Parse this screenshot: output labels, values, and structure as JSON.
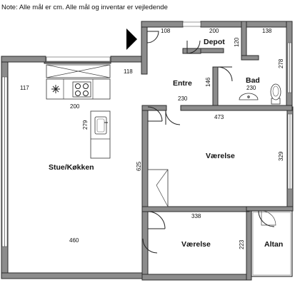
{
  "note": "Note: Alle mål er cm. Alle mål og inventar er vejledende",
  "rooms": {
    "stue": "Stue/Køkken",
    "entre": "Entre",
    "depot": "Depot",
    "bad": "Bad",
    "vaerelse1": "Værelse",
    "vaerelse2": "Værelse",
    "altan": "Altan"
  },
  "dims": {
    "d108": "108",
    "d200_depot": "200",
    "d138": "138",
    "d120": "120",
    "d278": "278",
    "d118": "118",
    "d117": "117",
    "d200_kitchen": "200",
    "d146": "146",
    "d230_bad": "230",
    "d230_entre": "230",
    "d279": "279",
    "d473": "473",
    "d625": "625",
    "d329": "329",
    "d338": "338",
    "d460": "460",
    "d223": "223"
  },
  "icons": {
    "entrance": "entrance-arrow-icon",
    "stove": "stove-icon",
    "sink": "sink-icon",
    "toilet": "toilet-icon",
    "washbasin": "washbasin-icon"
  }
}
